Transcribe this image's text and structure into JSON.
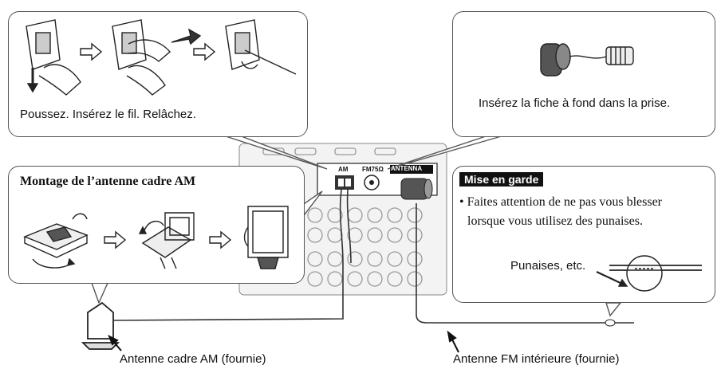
{
  "steps_box": {
    "caption": "Poussez. Insérez le fil. Relâchez."
  },
  "fm_plug_box": {
    "caption": "Insérez la fiche à fond dans la prise."
  },
  "am_assembly_box": {
    "title": "Montage de l’antenne cadre AM"
  },
  "caution_box": {
    "tag": "Mise en garde",
    "line1": "• Faites attention de ne pas vous blesser",
    "line2": "lorsque vous utilisez des punaises.",
    "pins_label": "Punaises, etc."
  },
  "panel": {
    "am_label": "AM",
    "fm_label": "FM75Ω",
    "antenna_label": "ANTENNA"
  },
  "captions": {
    "am_antenna": "Antenne cadre AM (fournie)",
    "fm_antenna": "Antenne FM intérieure (fournie)"
  }
}
